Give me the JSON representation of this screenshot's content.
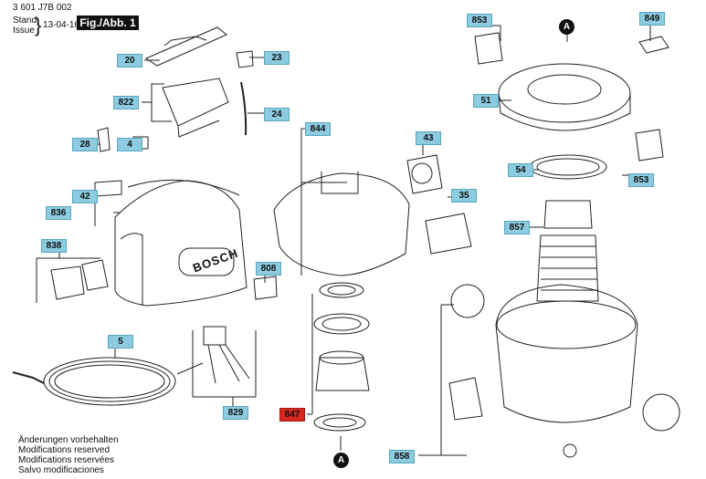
{
  "header": {
    "part_number": "3 601 J7B 002",
    "stand_label": "Stand",
    "issue_label": "Issue",
    "date": "13-04-16",
    "figure": "Fig./Abb. 1"
  },
  "callouts": {
    "c20": "20",
    "c23": "23",
    "c822": "822",
    "c24": "24",
    "c28": "28",
    "c4": "4",
    "c42": "42",
    "c836": "836",
    "c838": "838",
    "c808": "808",
    "c5": "5",
    "c829": "829",
    "c844": "844",
    "c43": "43",
    "c35": "35",
    "c847": "847",
    "c853a": "853",
    "c849": "849",
    "c51": "51",
    "c54": "54",
    "c857": "857",
    "c853b": "853",
    "c858": "858"
  },
  "markers": {
    "a_top": "A",
    "a_bottom": "A"
  },
  "brand_text": "BOSCH",
  "footer": {
    "line1": "Änderungen vorbehalten",
    "line2": "Modifications reserved",
    "line3": "Modifications reservées",
    "line4": "Salvo modificaciones"
  }
}
